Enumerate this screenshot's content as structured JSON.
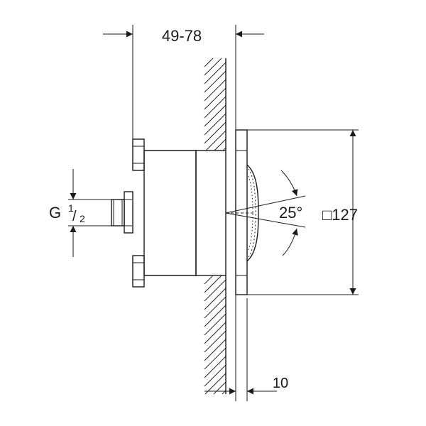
{
  "dimensions": {
    "depth_range": "49-78",
    "plate_size": "□127",
    "projection": "10",
    "spray_angle": "25°",
    "thread": {
      "main": "G",
      "num": "1",
      "den": "2"
    }
  },
  "colors": {
    "line": "#1a1a1a",
    "background": "#ffffff"
  }
}
